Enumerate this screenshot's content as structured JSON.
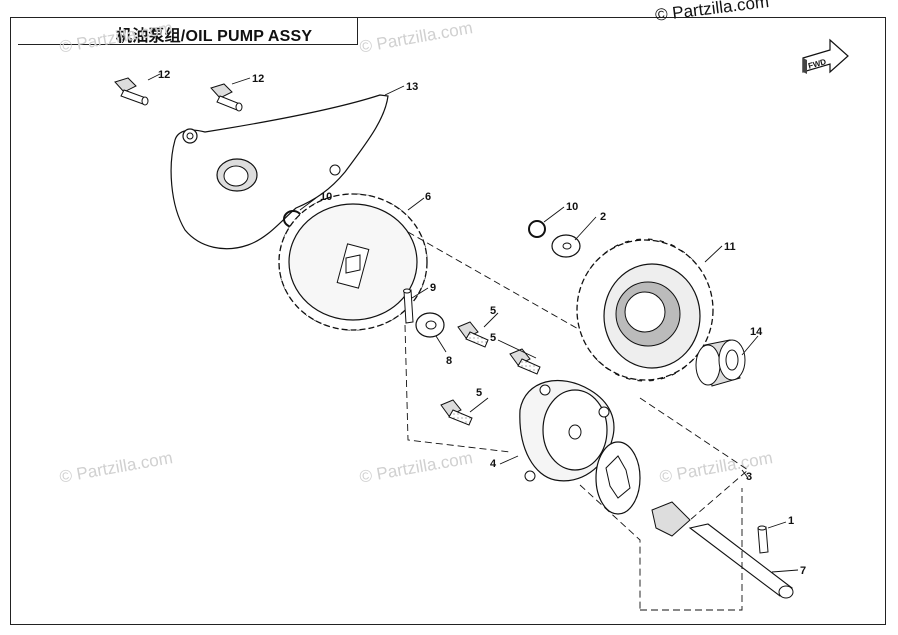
{
  "header": {
    "title": "机油泵组/OIL PUMP ASSY",
    "copyright": "© Partzilla.com"
  },
  "watermark": {
    "text": "© Partzilla.com"
  },
  "fwd_label": "FWD",
  "callouts": [
    {
      "id": "c12a",
      "label": "12"
    },
    {
      "id": "c12b",
      "label": "12"
    },
    {
      "id": "c13",
      "label": "13"
    },
    {
      "id": "c10a",
      "label": "10"
    },
    {
      "id": "c6",
      "label": "6"
    },
    {
      "id": "c10b",
      "label": "10"
    },
    {
      "id": "c2",
      "label": "2"
    },
    {
      "id": "c11",
      "label": "11"
    },
    {
      "id": "c9",
      "label": "9"
    },
    {
      "id": "c8",
      "label": "8"
    },
    {
      "id": "c5a",
      "label": "5"
    },
    {
      "id": "c5b",
      "label": "5"
    },
    {
      "id": "c5c",
      "label": "5"
    },
    {
      "id": "c14",
      "label": "14"
    },
    {
      "id": "c4",
      "label": "4"
    },
    {
      "id": "c3",
      "label": "3"
    },
    {
      "id": "c1",
      "label": "1"
    },
    {
      "id": "c7",
      "label": "7"
    }
  ]
}
